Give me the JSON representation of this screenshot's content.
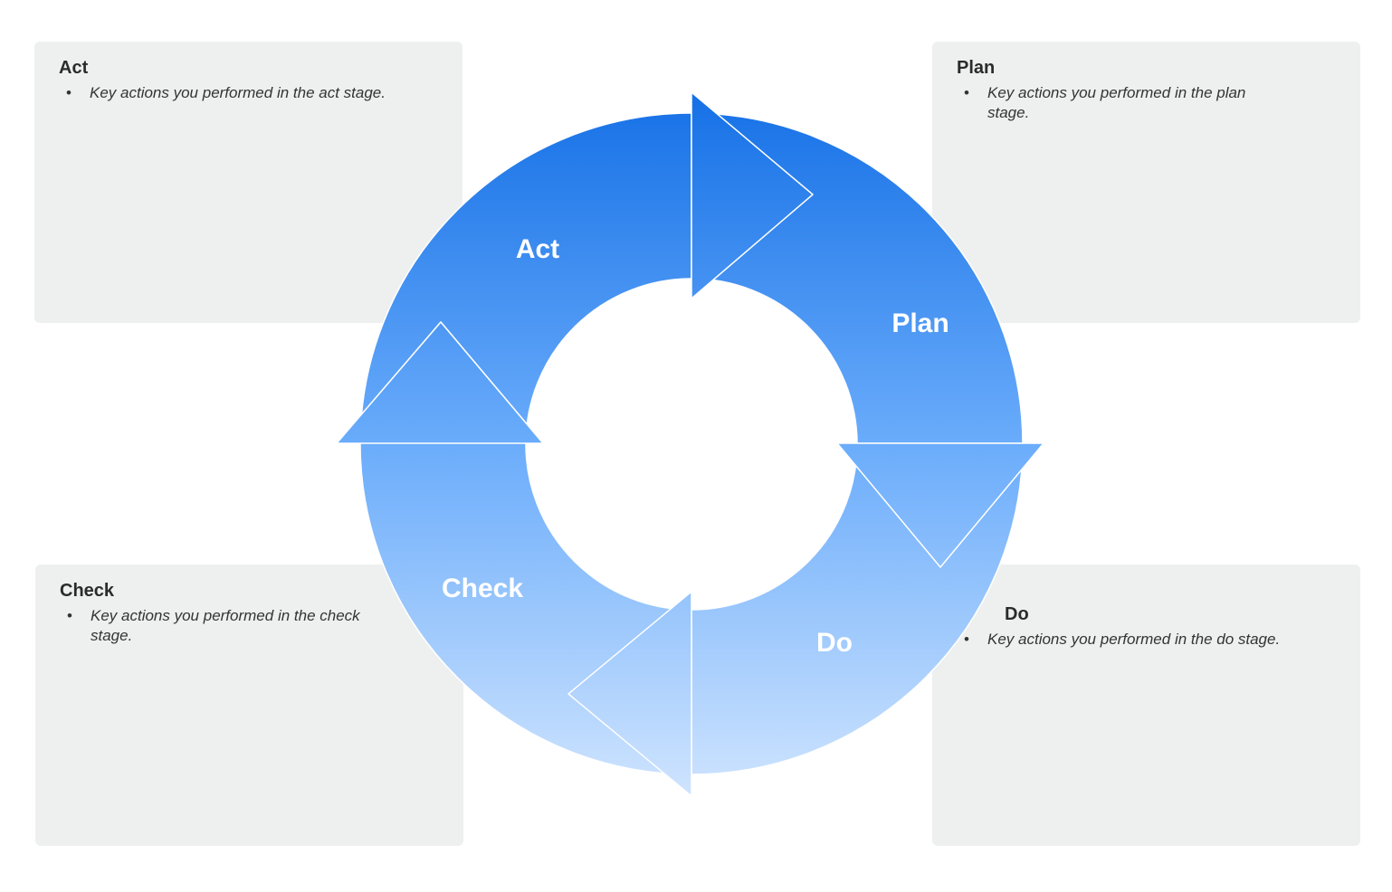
{
  "diagram": {
    "stages": [
      {
        "id": "act",
        "label": "Act"
      },
      {
        "id": "plan",
        "label": "Plan"
      },
      {
        "id": "do",
        "label": "Do"
      },
      {
        "id": "check",
        "label": "Check"
      }
    ]
  },
  "panels": {
    "act": {
      "title": "Act",
      "items": [
        "Key actions you performed in the act stage."
      ]
    },
    "plan": {
      "title": "Plan",
      "items": [
        "Key actions you performed in the plan stage."
      ]
    },
    "check": {
      "title": "Check",
      "items": [
        "Key actions you performed in the check stage."
      ]
    },
    "do": {
      "title": "Do",
      "items": [
        "Key actions you performed in the do stage."
      ]
    }
  },
  "colors": {
    "ring_top": "#1570e6",
    "ring_bottom": "#cfe4fe",
    "panel_background": "#eef0f0",
    "label_text": "#ffffff"
  }
}
